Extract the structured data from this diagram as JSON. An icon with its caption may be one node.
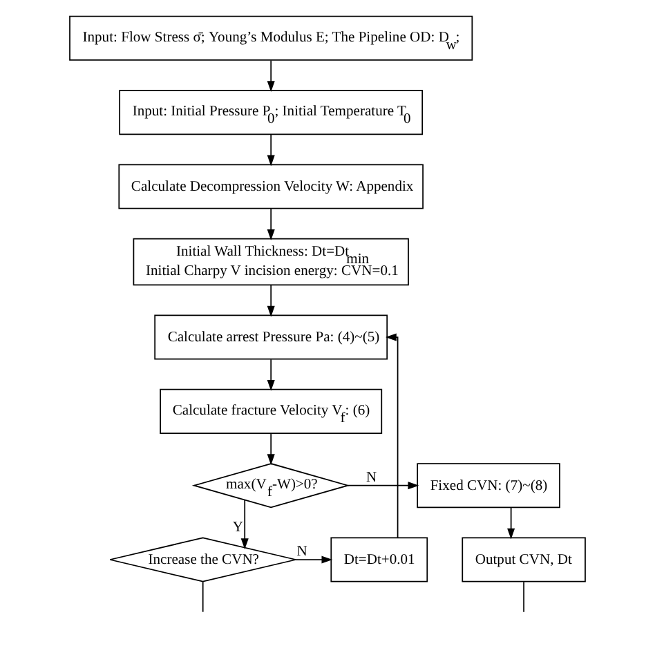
{
  "diagram": {
    "nodes": [
      {
        "text": [
          "Input: Flow Stress σ̄; Young’s Modulus E; The Pipeline OD: D$_{w}$;"
        ]
      },
      {
        "text": [
          "Input: Initial Pressure P$_{0}$; Initial Temperature T$_{0}$"
        ]
      },
      {
        "text": [
          "Calculate Decompression Velocity W: Appendix"
        ]
      },
      {
        "text": [
          "Initial Wall Thickness: Dt=Dt$_{min}$",
          "Initial Charpy V incision energy: CVN=0.1"
        ]
      },
      {
        "text": [
          "Calculate arrest Pressure Pa: (4)~(5)"
        ]
      },
      {
        "text": [
          "Calculate fracture Velocity V$_{f}$: (6)"
        ]
      },
      {
        "text": [
          "max(V$_{f}$-W)>0?"
        ]
      },
      {
        "text": [
          "Fixed CVN: (7)~(8)"
        ]
      },
      {
        "text": [
          "Increase the CVN?"
        ]
      },
      {
        "text": [
          "Dt=Dt+0.01"
        ]
      },
      {
        "text": [
          "Output CVN, Dt"
        ]
      }
    ],
    "edges": [
      {
        "from": 0,
        "to": 1,
        "arrow": "to"
      },
      {
        "from": 1,
        "to": 2,
        "arrow": "to"
      },
      {
        "from": 2,
        "to": 3,
        "arrow": "to"
      },
      {
        "from": 3,
        "to": 4,
        "arrow": "to"
      },
      {
        "from": 4,
        "to": 5,
        "arrow": "to"
      },
      {
        "from": 5,
        "to": 6,
        "arrow": "to"
      },
      {
        "from": 6,
        "to": 7,
        "arrow": "to",
        "label": "N"
      },
      {
        "from": 6,
        "to": 8,
        "arrow": "to",
        "label": "Y"
      },
      {
        "from": 8,
        "to": 9,
        "arrow": "to",
        "label": "N"
      },
      {
        "from": 9,
        "to": 4,
        "arrow": "to"
      },
      {
        "from": 7,
        "to": 10,
        "arrow": "to"
      },
      {
        "from": 8,
        "to": null,
        "arrow": "none"
      },
      {
        "from": 10,
        "to": null,
        "arrow": "none"
      }
    ]
  }
}
